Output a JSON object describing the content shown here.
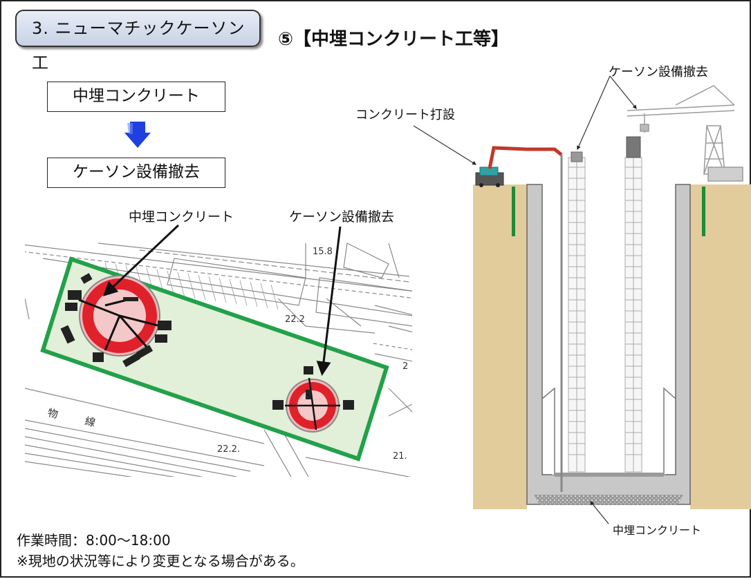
{
  "header": {
    "section_title": "3.  ニューマチックケーソン工",
    "page_title": "⑤【中埋コンクリート工等】"
  },
  "flow": {
    "steps": [
      "中埋コンクリート",
      "ケーソン設備撤去"
    ]
  },
  "plan_view": {
    "labels": {
      "fill_concrete": "中埋コンクリート",
      "equipment_removal": "ケーソン設備撤去"
    },
    "map_text": {
      "elev_15_8": "15.8",
      "elev_22_2_upper": "22.2",
      "elev_22_2_lower": "22.2.",
      "elev_21": "21.",
      "elev_2": "2",
      "char_mono": "物",
      "char_sen": "線"
    }
  },
  "section_view": {
    "labels": {
      "concrete_pour": "コンクリート打設",
      "equipment_removal": "ケーソン設備撤去",
      "fill_concrete": "中埋コンクリート"
    }
  },
  "footer": {
    "work_hours": "作業時間：8:00～18:00",
    "note": "※現地の状況等により変更となる場合がある。"
  },
  "colors": {
    "tab_fill": "#c7d2e6",
    "flow_arrow": "#1f3fe0",
    "site_boundary": "#22a14a",
    "site_fill": "#e2efd9",
    "caisson_red": "#e0202a",
    "caisson_inner": "#f4c8c8",
    "soil": "#e8d3a6",
    "concrete": "#c8c8c8",
    "pump_truck": "#c0392b"
  }
}
